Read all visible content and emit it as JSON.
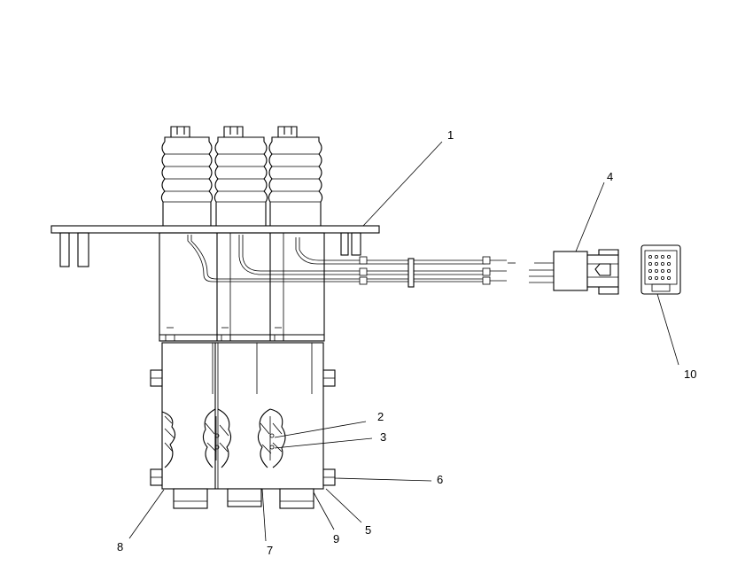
{
  "drawing": {
    "callouts": [
      {
        "id": "1",
        "label": "1"
      },
      {
        "id": "2",
        "label": "2"
      },
      {
        "id": "3",
        "label": "3"
      },
      {
        "id": "4",
        "label": "4"
      },
      {
        "id": "5",
        "label": "5"
      },
      {
        "id": "6",
        "label": "6"
      },
      {
        "id": "7",
        "label": "7"
      },
      {
        "id": "8",
        "label": "8"
      },
      {
        "id": "9",
        "label": "9"
      },
      {
        "id": "10",
        "label": "10"
      }
    ],
    "colors": {
      "line": "#000000",
      "background": "#ffffff"
    }
  }
}
